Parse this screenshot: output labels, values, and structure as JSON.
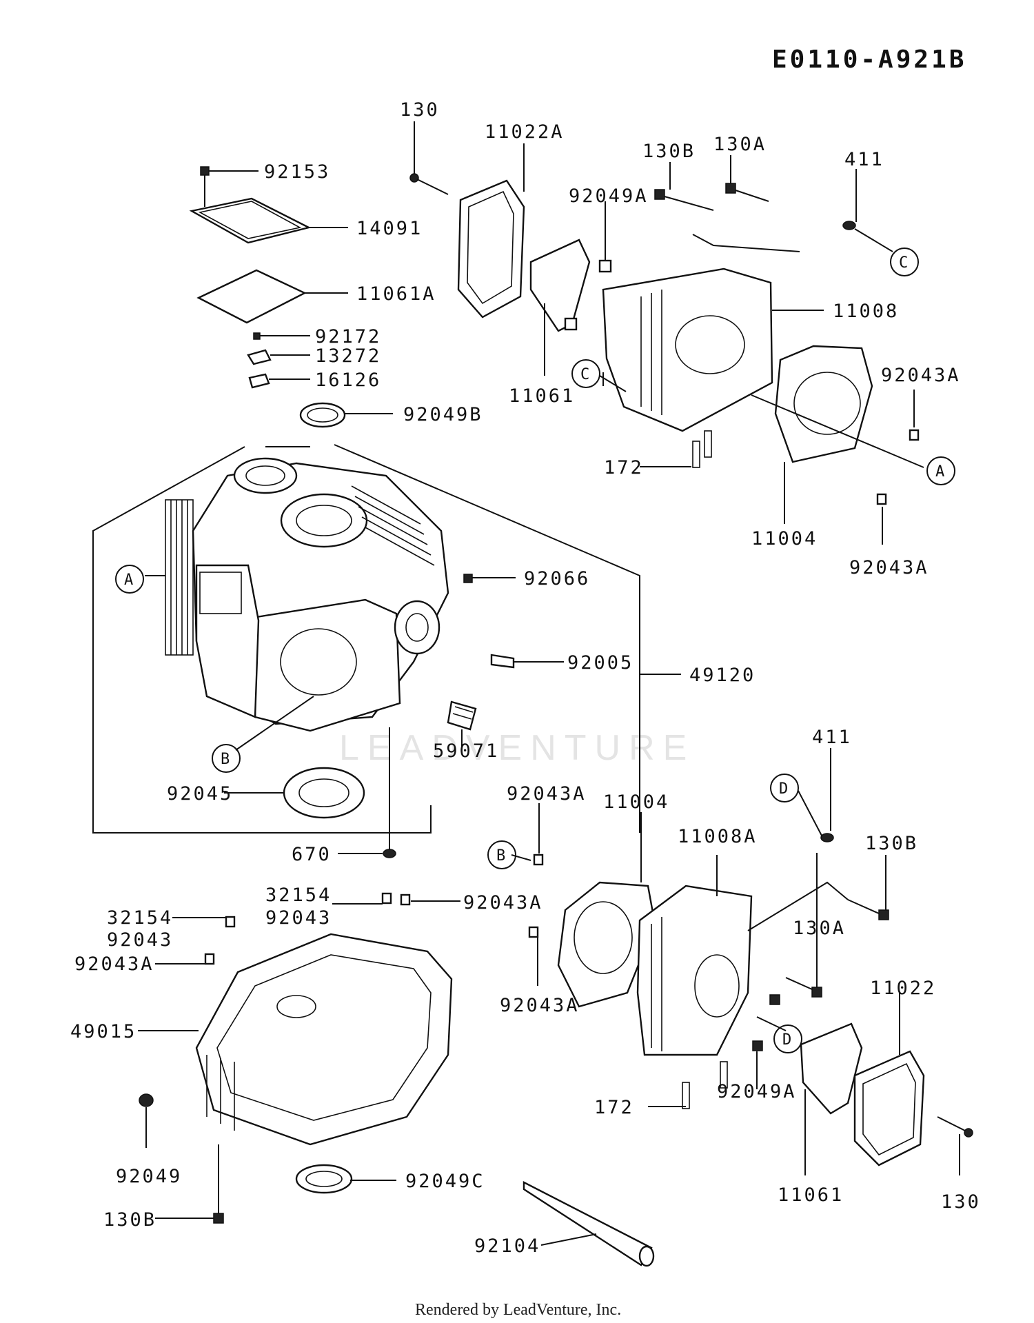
{
  "diagram": {
    "code": "E0110-A921B",
    "credit": "Rendered by LeadVenture, Inc.",
    "watermark": "LEADVENTURE"
  },
  "refs": {
    "A": "A",
    "B": "B",
    "C": "C",
    "D": "D"
  },
  "parts": {
    "p130_top": "130",
    "p11022A": "11022A",
    "p130B_top": "130B",
    "p130A_top": "130A",
    "p411_top": "411",
    "p92153": "92153",
    "p92049A_top": "92049A",
    "p14091": "14091",
    "p11061A": "11061A",
    "p11008": "11008",
    "p92172": "92172",
    "p13272": "13272",
    "p16126": "16126",
    "p11061_top": "11061",
    "p92043A_r1": "92043A",
    "p92049B": "92049B",
    "p172_top": "172",
    "p11004_top": "11004",
    "p92043A_r2": "92043A",
    "p92066": "92066",
    "p92005": "92005",
    "p49120": "49120",
    "p59071": "59071",
    "p411_mid": "411",
    "p92045": "92045",
    "p92043A_m": "92043A",
    "p11004_mid": "11004",
    "p11008A": "11008A",
    "p670": "670",
    "p130B_mid": "130B",
    "p32154_a": "32154",
    "p92043_a": "92043",
    "p92043A_c": "92043A",
    "p32154_b": "32154",
    "p92043_b": "92043",
    "p130A_mid": "130A",
    "p11022": "11022",
    "p92043A_l": "92043A",
    "p92043A_b": "92043A",
    "p49015": "49015",
    "p172_bot": "172",
    "p92049A_bot": "92049A",
    "p92049": "92049",
    "p11061_bot": "11061",
    "p130_bot": "130",
    "p92049C": "92049C",
    "p130B_bot": "130B",
    "p92104": "92104"
  }
}
